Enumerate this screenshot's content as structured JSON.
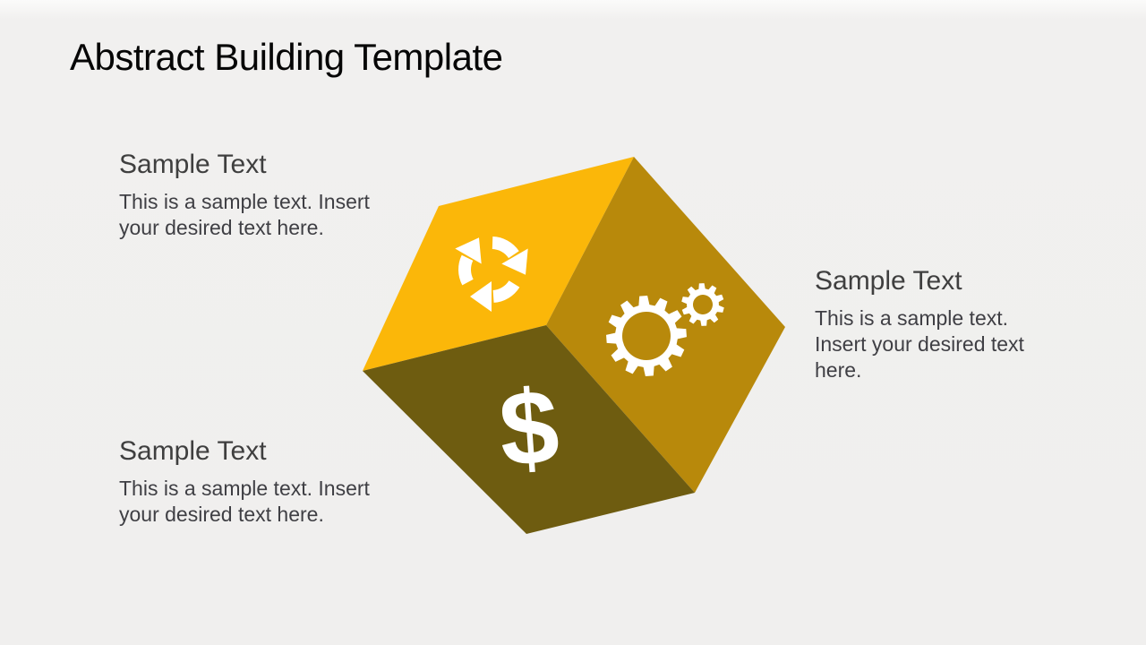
{
  "slide": {
    "title": "Abstract Building Template"
  },
  "blocks": {
    "top_left": {
      "heading": "Sample Text",
      "body": "This is a sample text. Insert your desired text here."
    },
    "bottom_left": {
      "heading": "Sample Text",
      "body": "This is a sample text. Insert your desired text here."
    },
    "right": {
      "heading": "Sample Text",
      "body": "This is a sample text. Insert your desired text here."
    }
  },
  "cube": {
    "top_face": {
      "name": "recycle-face",
      "color": "#FBB709",
      "icon": "recycle-arrows-icon"
    },
    "right_face": {
      "name": "gears-face",
      "color": "#B8890B",
      "icon": "gears-icon"
    },
    "bottom_face": {
      "name": "dollar-face",
      "color": "#6E5C10",
      "icon": "dollar-sign-icon",
      "glyph": "$"
    }
  },
  "colors": {
    "background": "#F1F0EF",
    "title_text": "#060606",
    "block_text": "#3F3F3F",
    "icon": "#FFFFFF"
  }
}
